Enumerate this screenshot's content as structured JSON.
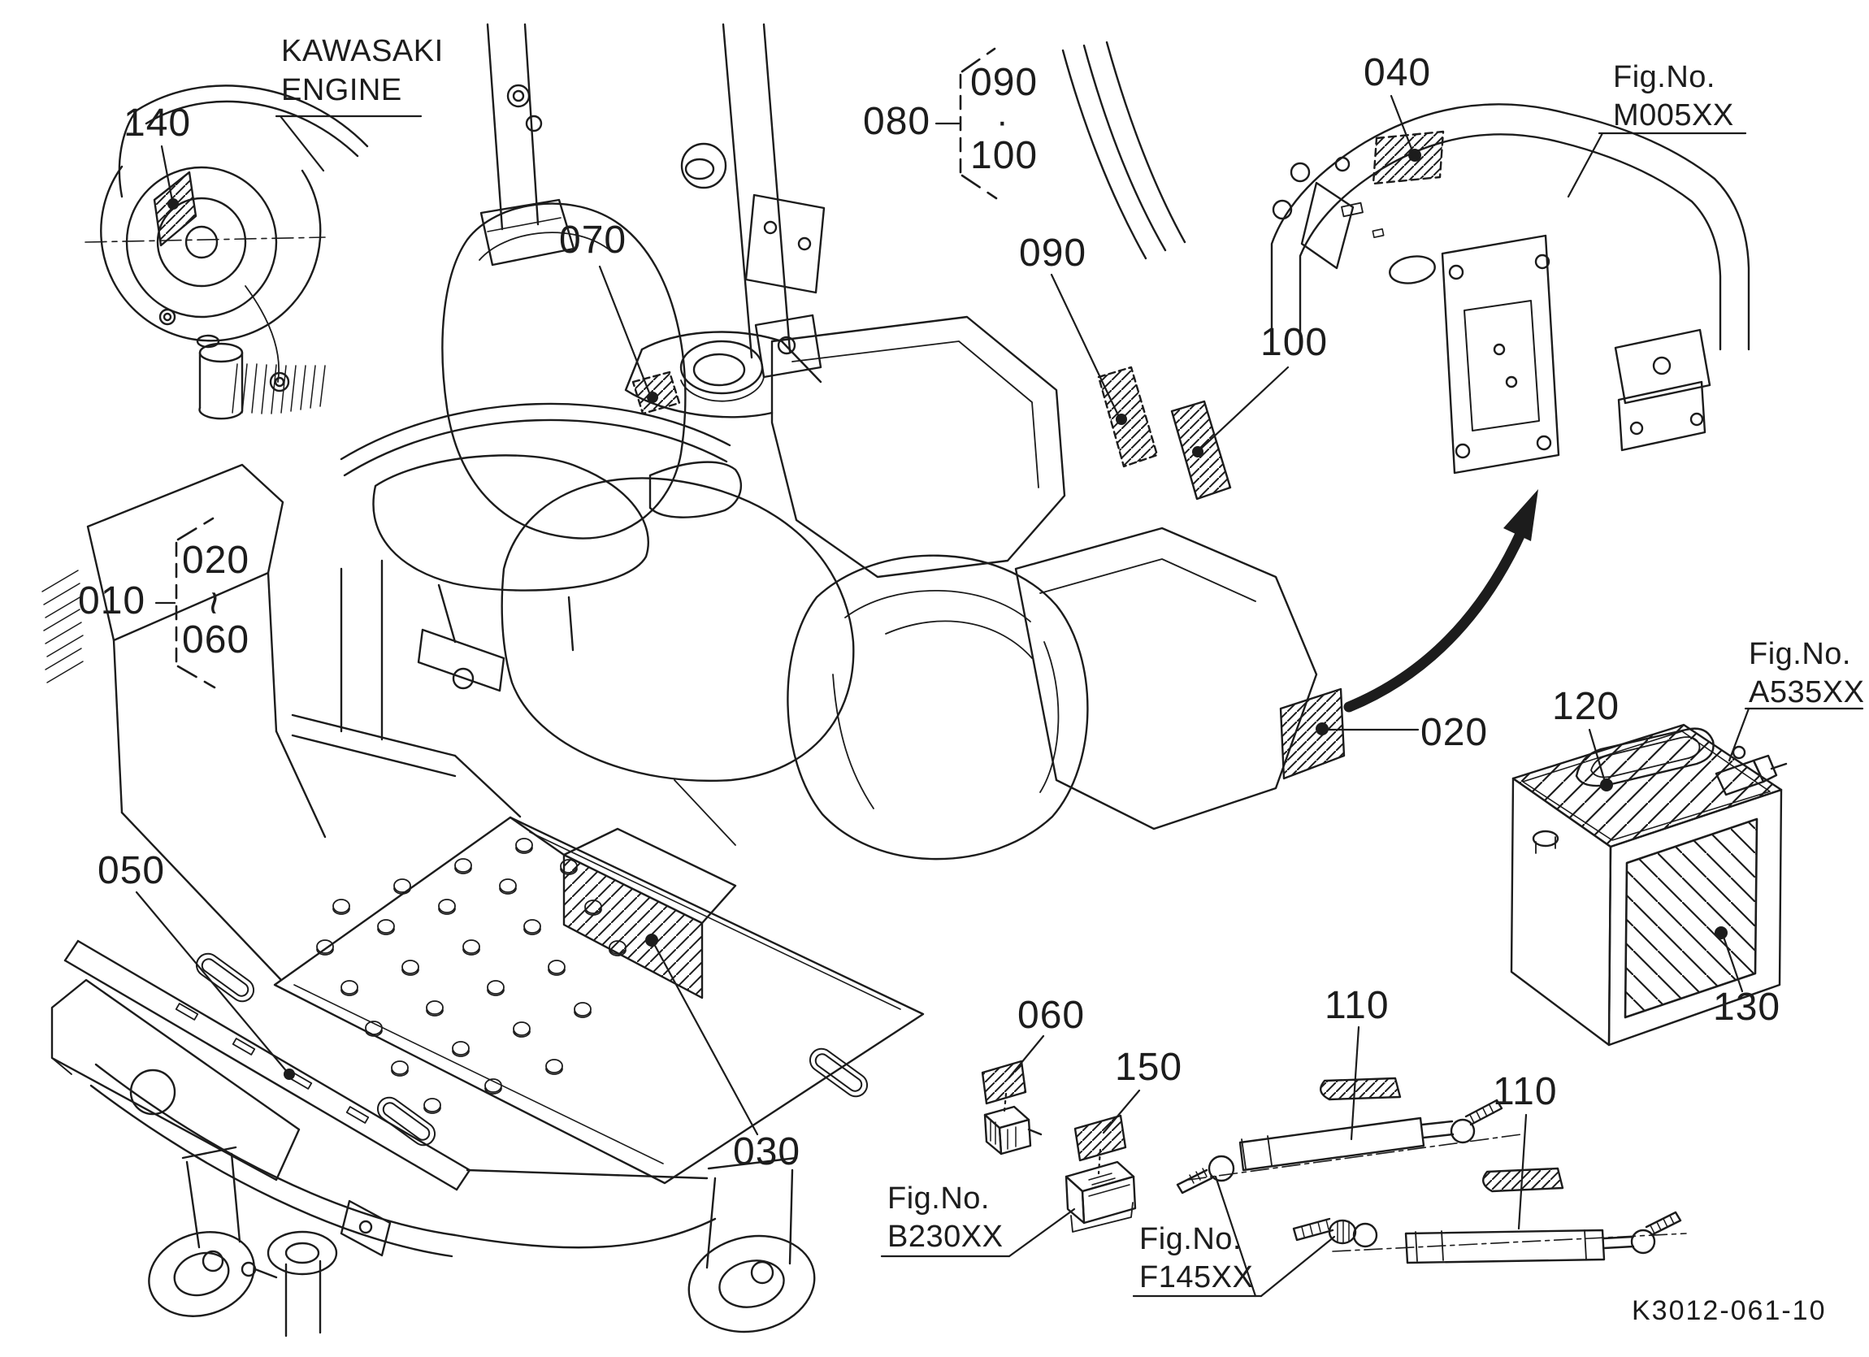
{
  "page": {
    "background": "#ffffff",
    "line_color": "#1c1c1c"
  },
  "engine_note": {
    "line1": "KAWASAKI",
    "line2": "ENGINE"
  },
  "callouts": {
    "c140": "140",
    "c070": "070",
    "c080": "080",
    "bracket080_top": "090",
    "bracket080_sep": "·",
    "bracket080_bottom": "100",
    "c090": "090",
    "c100": "100",
    "c040": "040",
    "c010": "010",
    "bracket010_top": "020",
    "bracket010_sep": "~",
    "bracket010_bottom": "060",
    "c020": "020",
    "c120": "120",
    "c130": "130",
    "c050": "050",
    "c030": "030",
    "c060": "060",
    "c150": "150",
    "c110_upper": "110",
    "c110_lower": "110"
  },
  "figure_refs": {
    "m005": {
      "line1": "Fig.No.",
      "line2": "M005XX"
    },
    "a535": {
      "line1": "Fig.No.",
      "line2": "A535XX"
    },
    "b230": {
      "line1": "Fig.No.",
      "line2": "B230XX"
    },
    "f145": {
      "line1": "Fig.No.",
      "line2": "F145XX"
    }
  },
  "drawing_number": "K3012-061-10"
}
